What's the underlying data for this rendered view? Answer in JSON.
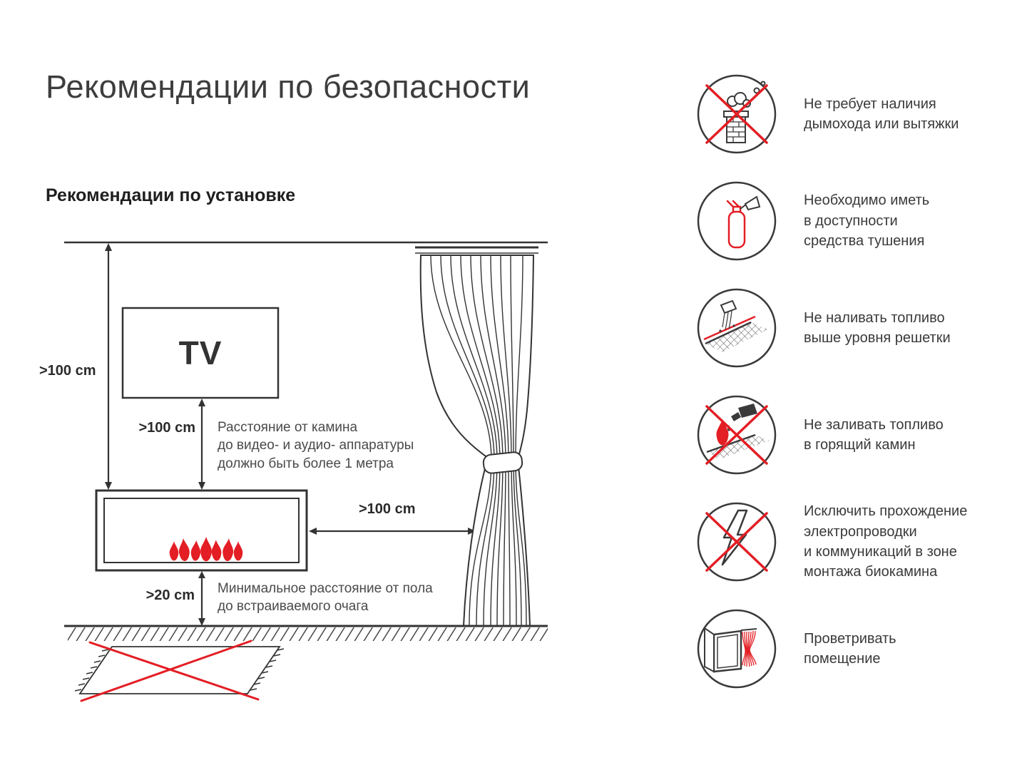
{
  "page": {
    "title": "Рекомендации по безопасности",
    "subtitle": "Рекомендации по установке"
  },
  "diagram": {
    "tv_label": "TV",
    "distance_ceiling_label": ">100 cm",
    "distance_tv_label": ">100 cm",
    "distance_tv_note": "Расстояние от камина\nдо видео- и аудио- аппаратуры\nдолжно быть более 1 метра",
    "distance_curtain_label": ">100 cm",
    "distance_floor_label": ">20 cm",
    "distance_floor_note": "Минимальное расстояние от пола\nдо встраиваемого очага"
  },
  "safety_items": [
    {
      "icon": "no-chimney-icon",
      "text": "Не требует наличия\nдымохода или вытяжки"
    },
    {
      "icon": "fire-extinguisher-icon",
      "text": "Необходимо иметь\nв доступности\nсредства тушения"
    },
    {
      "icon": "fuel-level-icon",
      "text": "Не наливать топливо\nвыше уровня решетки"
    },
    {
      "icon": "no-refuel-burning-icon",
      "text": "Не заливать топливо\nв горящий камин"
    },
    {
      "icon": "no-electrical-wiring-icon",
      "text": "Исключить прохождение\nэлектропроводки\nи коммуникаций в зоне\nмонтажа биокамина"
    },
    {
      "icon": "ventilate-room-icon",
      "text": "Проветривать\nпомещение"
    }
  ],
  "colors": {
    "accent_red": "#e31e24",
    "line_dark": "#333333"
  }
}
